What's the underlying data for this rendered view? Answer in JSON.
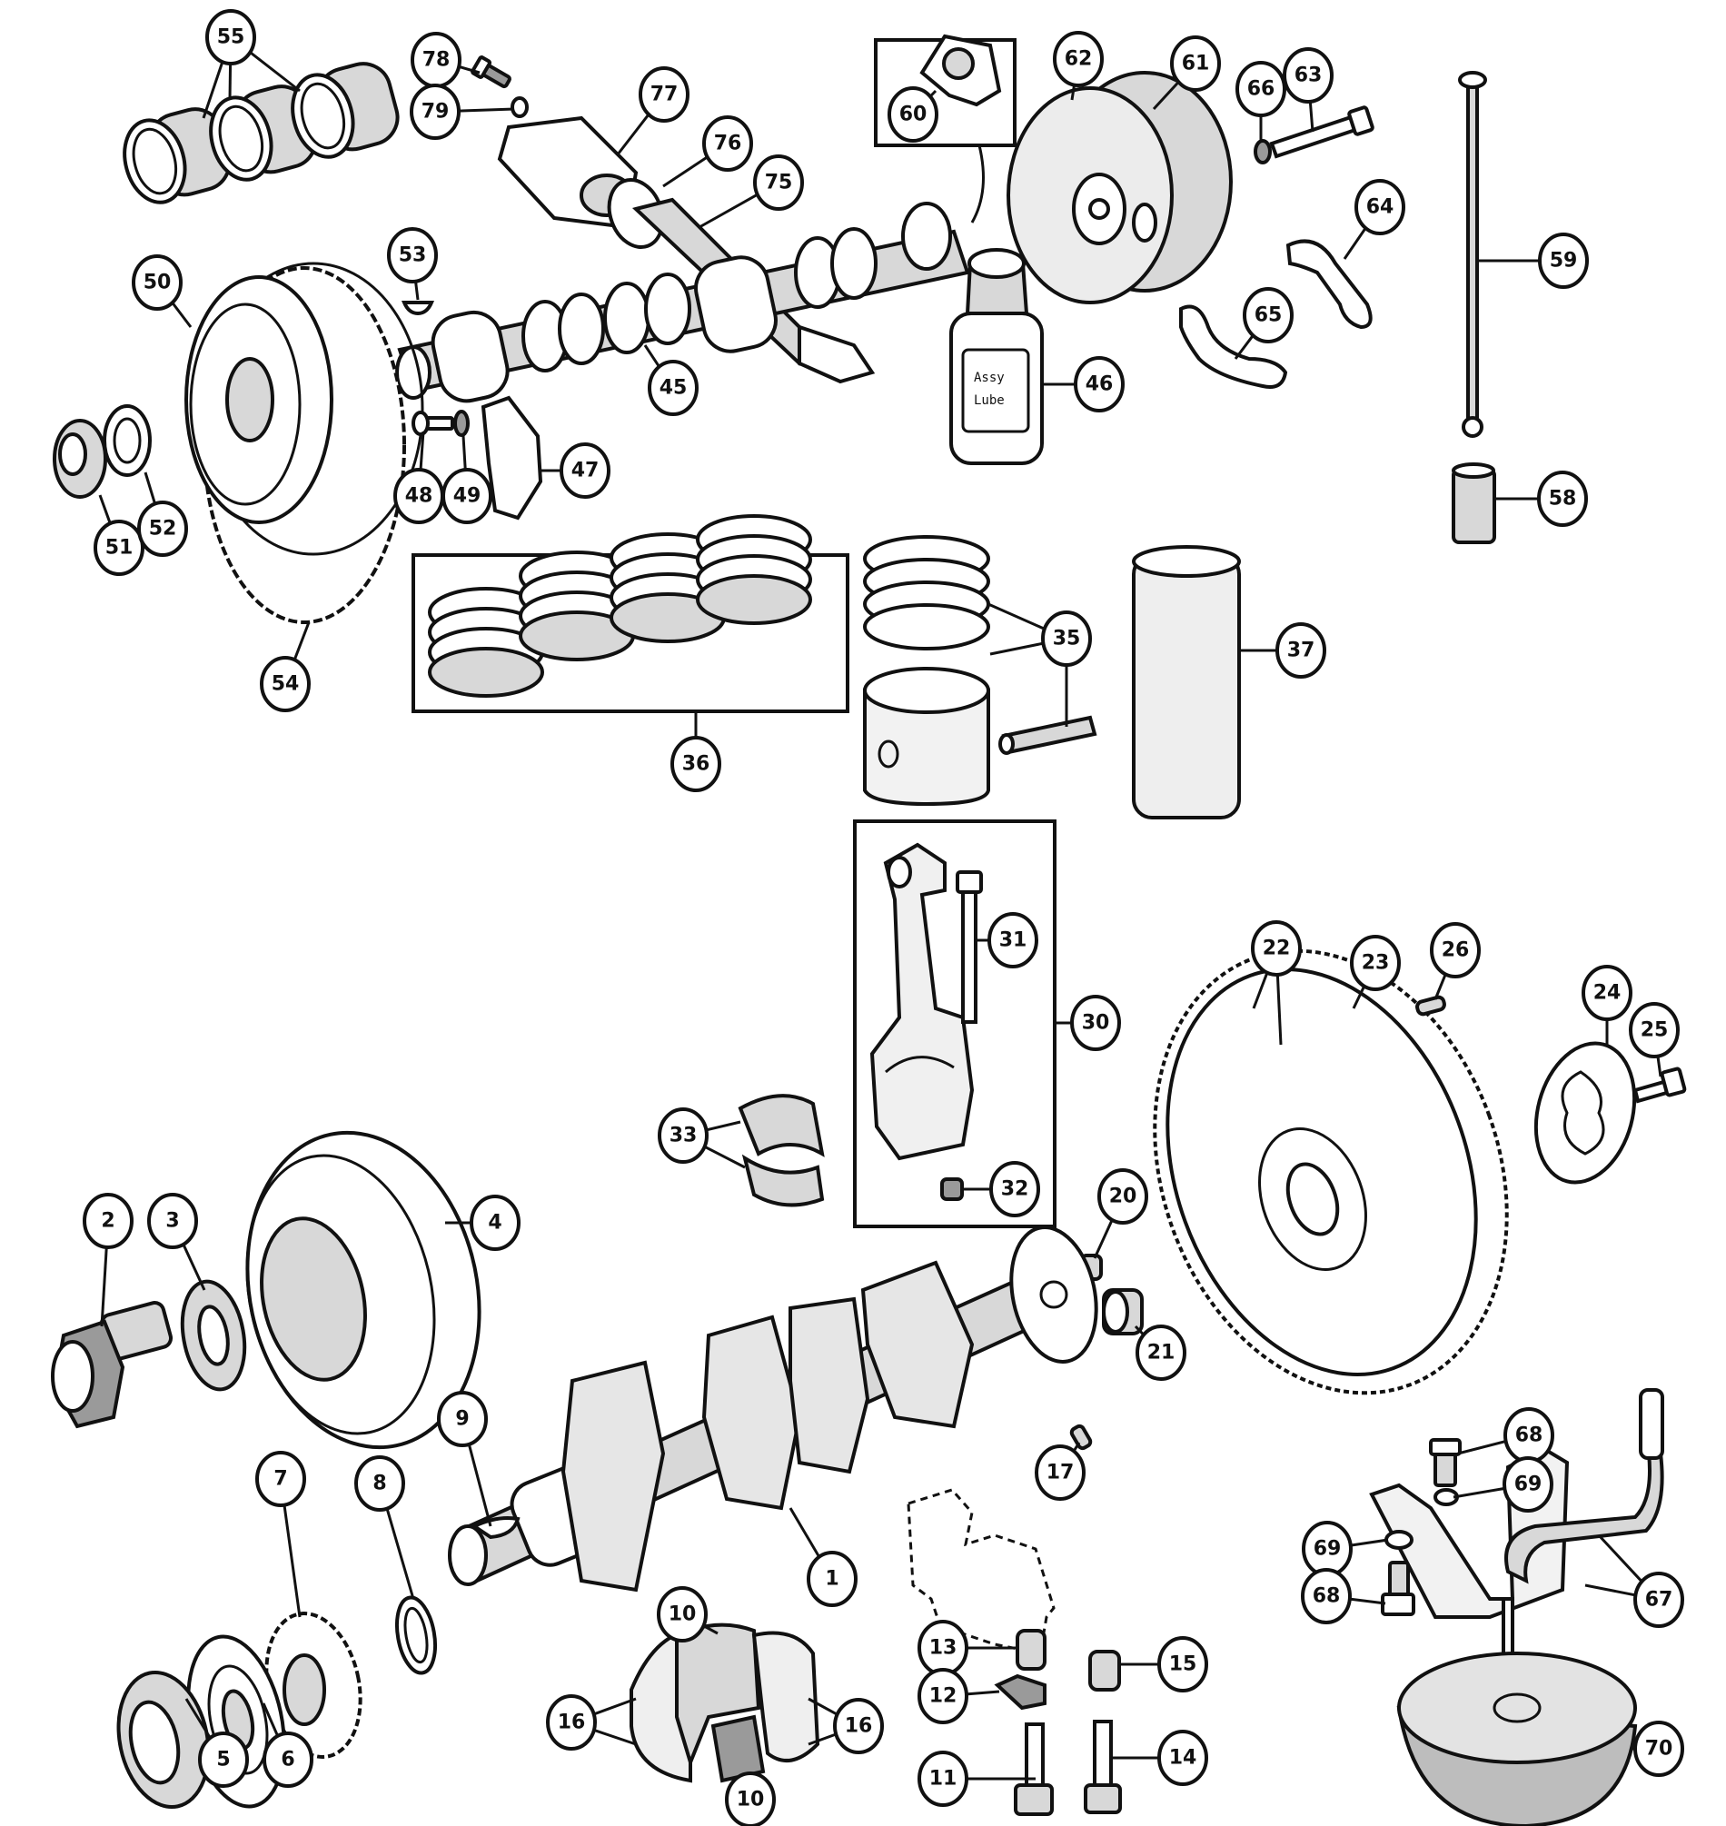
{
  "diagram": {
    "type": "exploded-parts-diagram",
    "subject": "engine internals (crankshaft, camshaft, pistons, flywheel, oil pump)",
    "bottle_label": [
      "Assy",
      "Lube"
    ],
    "callouts": [
      {
        "id": "c55",
        "label": "55",
        "part": "camshaft bearings"
      },
      {
        "id": "c78",
        "label": "78",
        "part": "bolt"
      },
      {
        "id": "c79",
        "label": "79",
        "part": "washer"
      },
      {
        "id": "c77",
        "label": "77",
        "part": "distributor drive housing"
      },
      {
        "id": "c76",
        "label": "76",
        "part": "seal ring"
      },
      {
        "id": "c75",
        "label": "75",
        "part": "drive gear shaft"
      },
      {
        "id": "c60",
        "label": "60",
        "part": "oil pump drive (inset)"
      },
      {
        "id": "c62",
        "label": "62",
        "part": "oil pump cover"
      },
      {
        "id": "c61",
        "label": "61",
        "part": "oil pump"
      },
      {
        "id": "c66",
        "label": "66",
        "part": "washer"
      },
      {
        "id": "c63",
        "label": "63",
        "part": "bolt"
      },
      {
        "id": "c64",
        "label": "64",
        "part": "lock plate"
      },
      {
        "id": "c59",
        "label": "59",
        "part": "pushrod"
      },
      {
        "id": "c65",
        "label": "65",
        "part": "lock plate"
      },
      {
        "id": "c46",
        "label": "46",
        "part": "assembly lube bottle"
      },
      {
        "id": "c58",
        "label": "58",
        "part": "tappet"
      },
      {
        "id": "c53",
        "label": "53",
        "part": "key"
      },
      {
        "id": "c50",
        "label": "50",
        "part": "camshaft sprocket"
      },
      {
        "id": "c45",
        "label": "45",
        "part": "camshaft"
      },
      {
        "id": "c47",
        "label": "47",
        "part": "locating plate"
      },
      {
        "id": "c48",
        "label": "48",
        "part": "screw"
      },
      {
        "id": "c49",
        "label": "49",
        "part": "washer"
      },
      {
        "id": "c51",
        "label": "51",
        "part": "nut"
      },
      {
        "id": "c52",
        "label": "52",
        "part": "lock washer"
      },
      {
        "id": "c54",
        "label": "54",
        "part": "timing chain"
      },
      {
        "id": "c36",
        "label": "36",
        "part": "piston ring set (framed)"
      },
      {
        "id": "c35",
        "label": "35",
        "part": "piston, rings and pin"
      },
      {
        "id": "c37",
        "label": "37",
        "part": "cylinder liner"
      },
      {
        "id": "c31",
        "label": "31",
        "part": "con-rod bolt"
      },
      {
        "id": "c30",
        "label": "30",
        "part": "connecting rod (framed)"
      },
      {
        "id": "c32",
        "label": "32",
        "part": "nut"
      },
      {
        "id": "c22",
        "label": "22",
        "part": "flywheel"
      },
      {
        "id": "c23",
        "label": "23",
        "part": "starter ring gear"
      },
      {
        "id": "c26",
        "label": "26",
        "part": "dowel"
      },
      {
        "id": "c24",
        "label": "24",
        "part": "lock plate"
      },
      {
        "id": "c25",
        "label": "25",
        "part": "bolt"
      },
      {
        "id": "c33",
        "label": "33",
        "part": "big-end bearing shells"
      },
      {
        "id": "c20",
        "label": "20",
        "part": "dowel"
      },
      {
        "id": "c21",
        "label": "21",
        "part": "spigot bush"
      },
      {
        "id": "c2",
        "label": "2",
        "part": "pulley bolt"
      },
      {
        "id": "c3",
        "label": "3",
        "part": "washer"
      },
      {
        "id": "c4",
        "label": "4",
        "part": "crankshaft pulley / damper"
      },
      {
        "id": "c9",
        "label": "9",
        "part": "woodruff key"
      },
      {
        "id": "c17",
        "label": "17",
        "part": "dowel"
      },
      {
        "id": "c7",
        "label": "7",
        "part": "crankshaft sprocket"
      },
      {
        "id": "c8",
        "label": "8",
        "part": "shim"
      },
      {
        "id": "c1",
        "label": "1",
        "part": "crankshaft"
      },
      {
        "id": "c68a",
        "label": "68",
        "part": "bolt"
      },
      {
        "id": "c69a",
        "label": "69",
        "part": "washer"
      },
      {
        "id": "c69b",
        "label": "69",
        "part": "washer"
      },
      {
        "id": "c68b",
        "label": "68",
        "part": "bolt"
      },
      {
        "id": "c67",
        "label": "67",
        "part": "oil pickup pipe and bracket"
      },
      {
        "id": "c10a",
        "label": "10",
        "part": "main bearing shell"
      },
      {
        "id": "c16a",
        "label": "16",
        "part": "thrust washers"
      },
      {
        "id": "c16b",
        "label": "16",
        "part": "thrust washers"
      },
      {
        "id": "c13",
        "label": "13",
        "part": "dowel"
      },
      {
        "id": "c12",
        "label": "12",
        "part": "lock tab"
      },
      {
        "id": "c15",
        "label": "15",
        "part": "dowel"
      },
      {
        "id": "c5",
        "label": "5",
        "part": "oil thrower"
      },
      {
        "id": "c6",
        "label": "6",
        "part": "front cover seal"
      },
      {
        "id": "c10b",
        "label": "10",
        "part": "main bearing shell"
      },
      {
        "id": "c11",
        "label": "11",
        "part": "main bearing bolt"
      },
      {
        "id": "c14",
        "label": "14",
        "part": "main bearing bolt"
      },
      {
        "id": "c70",
        "label": "70",
        "part": "oil strainer"
      }
    ]
  }
}
